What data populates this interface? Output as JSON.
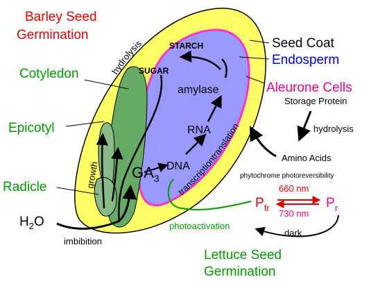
{
  "colors": {
    "seed_coat": "#ffff66",
    "endosperm": "#9999ff",
    "aleurone_line": "#ff33cc",
    "cotyledon": "#66aa66",
    "red_text": "#dd0000",
    "green_text": "#009900",
    "blue_text": "#0000cc",
    "magenta_text": "#ee0088",
    "black": "#000000"
  },
  "labels": {
    "barley_title_1": "Barley Seed",
    "barley_title_2": "Germination",
    "seed_coat": "Seed Coat",
    "endosperm": "Endosperm",
    "aleurone": "Aleurone Cells",
    "storage_protein": "Storage Protein",
    "hydrolysis_right": "hydrolysis",
    "amino_acids": "Amino Acids",
    "phytochrome": "phytochrome photoreversibility",
    "nm660": "660 nm",
    "nm730": "730 nm",
    "pfr_main": "P",
    "pfr_sub": "fr",
    "pr_main": "P",
    "pr_sub": "r",
    "dark": "dark",
    "photoactivation": "photoactivation",
    "lettuce_title_1": "Lettuce Seed",
    "lettuce_title_2": "Germination",
    "cotyledon": "Cotyledon",
    "epicotyl": "Epicotyl",
    "radicle": "Radicle",
    "h2o_h": "H",
    "h2o_2": "2",
    "h2o_o": "O",
    "imbibition": "imbibition",
    "hydrolysis_arc": "hydrolysis",
    "growth": "growth",
    "starch": "STARCH",
    "sugar": "SUGAR",
    "amylase": "amylase",
    "rna": "RNA",
    "dna": "DNA",
    "ga_main": "GA",
    "ga_sub": "3",
    "transcription": "transcription",
    "translation": "translation"
  }
}
